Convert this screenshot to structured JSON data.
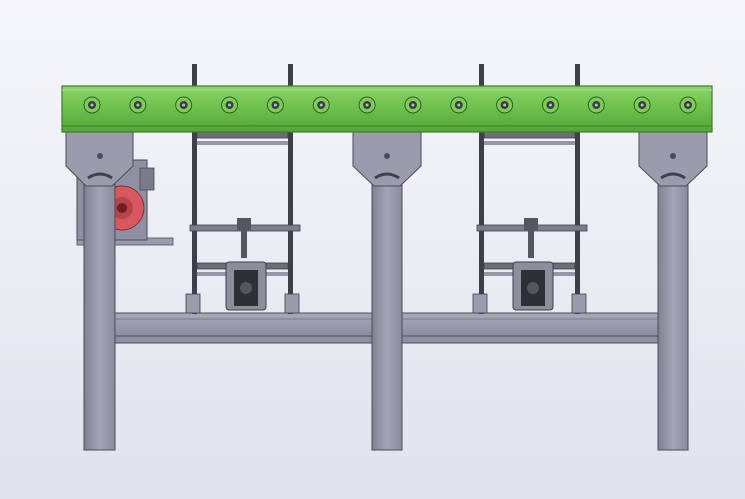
{
  "view": {
    "type": "cad-front-view",
    "subject": "roller-conveyor-with-lift-stations",
    "background": "#eef0f6"
  },
  "colors": {
    "conveyor_frame": "#6cc04a",
    "conveyor_frame_dark": "#3f7f2a",
    "steel": "#9a9cae",
    "steel_dark": "#4a4c58",
    "motor_red": "#d8585f",
    "mechanism": "#5a5c66"
  },
  "components": {
    "conveyor_rollers": 14,
    "support_legs": 3,
    "lift_stations": 2,
    "gear_motor": 1
  }
}
